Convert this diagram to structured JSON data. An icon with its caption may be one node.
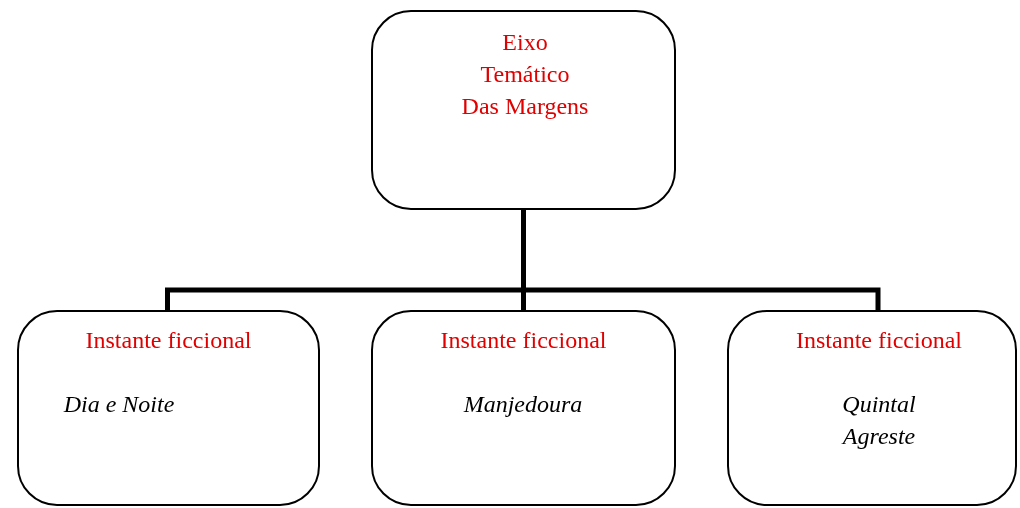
{
  "diagram": {
    "nodes": [
      {
        "text": [
          "Eixo Temático Das Margens"
        ]
      },
      {
        "text": [
          "Instante ficcional",
          "Dia e Noite"
        ]
      },
      {
        "text": [
          "Instante ficcional",
          "Manjedoura"
        ]
      },
      {
        "text": [
          "Instante ficcional",
          "Quintal Agreste"
        ]
      }
    ],
    "edges": [
      {
        "from": 0,
        "to": 1,
        "arrow": "none"
      },
      {
        "from": 0,
        "to": 2,
        "arrow": "none"
      },
      {
        "from": 0,
        "to": 3,
        "arrow": "none"
      }
    ]
  }
}
